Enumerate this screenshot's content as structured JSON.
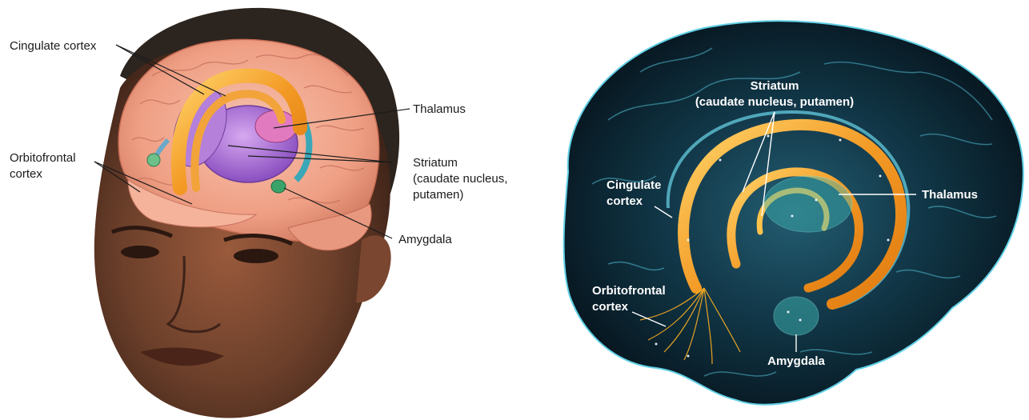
{
  "left_panel": {
    "labels": {
      "cingulate": "Cingulate cortex",
      "thalamus": "Thalamus",
      "orbitofrontal_line1": "Orbitofrontal",
      "orbitofrontal_line2": "cortex",
      "striatum_line1": "Striatum",
      "striatum_line2": "(caudate nucleus,",
      "striatum_line3": "putamen)",
      "amygdala": "Amygdala"
    }
  },
  "right_panel": {
    "labels": {
      "striatum_line1": "Striatum",
      "striatum_line2": "(caudate nucleus, putamen)",
      "cingulate_line1": "Cingulate",
      "cingulate_line2": "cortex",
      "thalamus": "Thalamus",
      "orbitofrontal_line1": "Orbitofrontal",
      "orbitofrontal_line2": "cortex",
      "amygdala": "Amygdala"
    }
  },
  "colors": {
    "skin": "#6b3f2a",
    "brain_pink": "#f2a98e",
    "cingulate_orange": "#f3a23a",
    "striatum_purple": "#a86fd0",
    "thalamus_magenta": "#d96bb8",
    "amygdala_green": "#3aa36a",
    "dark_brain_bg": "#04121c",
    "glow_cyan": "#5fd0e6",
    "pathway_orange": "#ffb020"
  }
}
